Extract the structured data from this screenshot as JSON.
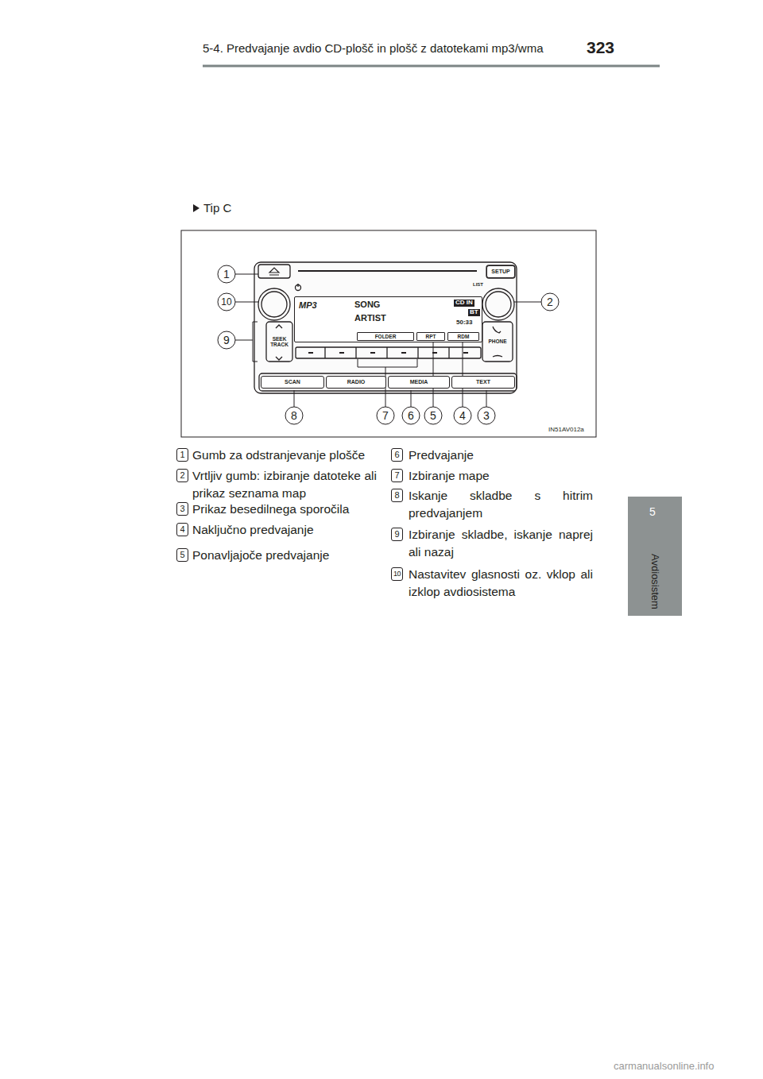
{
  "diagram": {
    "nodes": [
      {
        "text": [
          "SETUP"
        ]
      },
      {
        "text": [
          "MP3",
          "SONG",
          "ARTIST",
          "CD IN",
          "BT",
          "50:33"
        ]
      },
      {
        "text": [
          "FOLDER"
        ],
        "in": 1
      },
      {
        "text": [
          "RPT"
        ],
        "in": 1
      },
      {
        "text": [
          "RDM"
        ],
        "in": 1
      },
      {
        "text": [
          "SEEK TRACK"
        ]
      },
      {
        "text": [
          "PHONE"
        ]
      },
      {
        "text": [
          "SCAN"
        ]
      },
      {
        "text": [
          "RADIO"
        ]
      },
      {
        "text": [
          "MEDIA"
        ]
      },
      {
        "text": [
          "TEXT"
        ]
      }
    ],
    "labels": [
      "5-4. Predvajanje avdio CD-plošč in plošč z datotekami mp3/wma",
      "323",
      "Tip C",
      "LIST",
      "1",
      "10",
      "2",
      "9",
      "8",
      "7",
      "6",
      "5",
      "4",
      "3",
      "IN51AV012a",
      "1",
      "Gumb za odstranjevanje plošče",
      "2",
      "Vrtljiv gumb: izbiranje datoteke ali prikaz seznama map",
      "3",
      "Prikaz besedilnega sporočila",
      "4",
      "Naključno predvajanje",
      "5",
      "Ponavljajoče predvajanje",
      "6",
      "Predvajanje",
      "7",
      "Izbiranje mape",
      "8",
      "Iskanje skladbe s hitrim predvajanjem",
      "9",
      "Izbiranje skladbe, iskanje naprej ali nazaj",
      "10",
      "Nastavitev glasnosti oz. vklop ali izklop avdiosistema",
      "5",
      "Avdiosistem",
      "carmanualsonline.info"
    ]
  }
}
